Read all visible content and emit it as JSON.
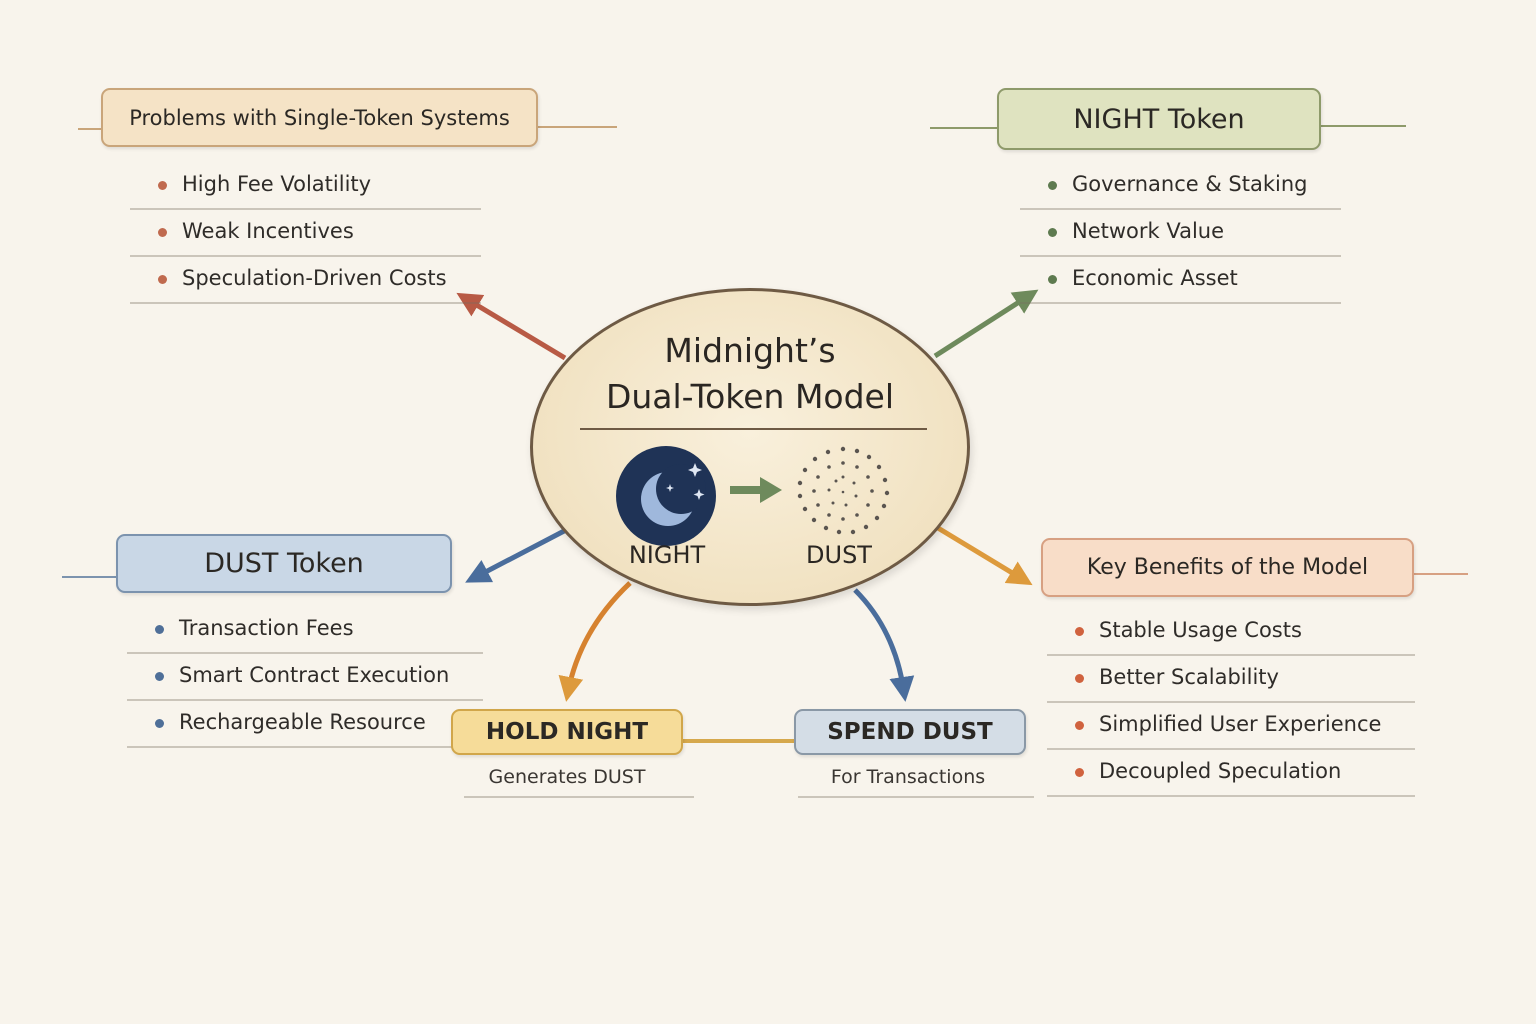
{
  "center": {
    "title_line1": "Midnight’s",
    "title_line2": "Dual-Token Model",
    "night_label": "NIGHT",
    "dust_label": "DUST"
  },
  "problems": {
    "title": "Problems with Single-Token Systems",
    "items": [
      "High Fee Volatility",
      "Weak Incentives",
      "Speculation-Driven Costs"
    ]
  },
  "night_token": {
    "title": "NIGHT Token",
    "items": [
      "Governance & Staking",
      "Network Value",
      "Economic Asset"
    ]
  },
  "dust_token": {
    "title": "DUST Token",
    "items": [
      "Transaction Fees",
      "Smart Contract Execution",
      "Rechargeable Resource"
    ]
  },
  "benefits": {
    "title": "Key Benefits of the Model",
    "items": [
      "Stable Usage Costs",
      "Better Scalability",
      "Simplified User Experience",
      "Decoupled Speculation"
    ]
  },
  "hold": {
    "title": "HOLD NIGHT",
    "subtitle": "Generates DUST"
  },
  "spend": {
    "title": "SPEND DUST",
    "subtitle": "For Transactions"
  },
  "colors": {
    "problems_box": "#f5e3c6",
    "problems_border": "#c9a57a",
    "night_box": "#dfe3c0",
    "night_border": "#8e9a6a",
    "dust_box": "#c9d7e6",
    "dust_border": "#7c93ae",
    "benefits_box": "#f8ddc8",
    "benefits_border": "#d7a082",
    "hold_box": "#f6dc99",
    "hold_border": "#d1a64a",
    "spend_box": "#d4dde6",
    "spend_border": "#8a98a6",
    "red_arrow": "#b85a45",
    "green_arrow": "#6e8a5c",
    "blue_arrow": "#4a6d9c",
    "orange_arrow": "#dd9a3c",
    "moon_bg": "#1f3356"
  }
}
